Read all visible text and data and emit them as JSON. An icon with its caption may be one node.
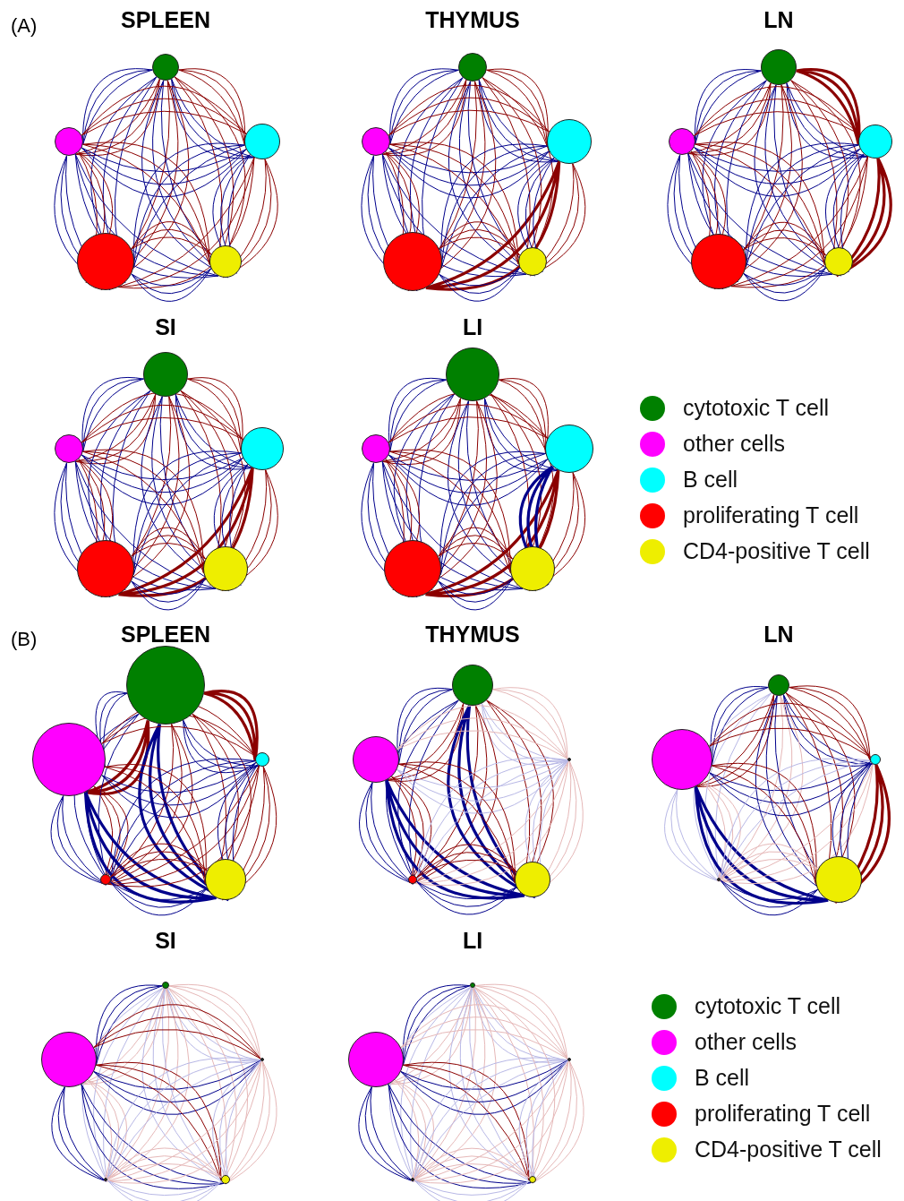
{
  "diagram": {
    "nodes": [
      {
        "text": [],
        "shape": "circle"
      },
      {
        "text": [],
        "shape": "circle"
      },
      {
        "text": [],
        "shape": "circle"
      },
      {
        "text": [],
        "shape": "circle"
      },
      {
        "text": [],
        "shape": "circle"
      },
      {
        "text": [],
        "shape": "circle"
      },
      {
        "text": [],
        "shape": "circle"
      },
      {
        "text": [],
        "shape": "circle"
      },
      {
        "text": [],
        "shape": "circle"
      },
      {
        "text": [],
        "shape": "circle"
      },
      {
        "text": [],
        "shape": "circle"
      },
      {
        "text": [],
        "shape": "circle"
      },
      {
        "text": [],
        "shape": "circle"
      },
      {
        "text": [],
        "shape": "circle"
      },
      {
        "text": [],
        "shape": "circle"
      },
      {
        "text": [],
        "shape": "circle"
      },
      {
        "text": [],
        "shape": "circle"
      },
      {
        "text": [],
        "shape": "circle"
      },
      {
        "text": [],
        "shape": "circle"
      },
      {
        "text": [],
        "shape": "circle"
      },
      {
        "text": [],
        "shape": "circle"
      },
      {
        "text": [],
        "shape": "circle"
      },
      {
        "text": [],
        "shape": "circle"
      },
      {
        "text": [],
        "shape": "circle"
      },
      {
        "text": [],
        "shape": "circle"
      },
      {
        "text": [],
        "shape": "circle"
      },
      {
        "text": [],
        "shape": "circle"
      },
      {
        "text": [],
        "shape": "circle"
      },
      {
        "text": [],
        "shape": "circle"
      },
      {
        "text": [],
        "shape": "circle"
      },
      {
        "text": [],
        "shape": "circle"
      },
      {
        "text": [],
        "shape": "circle"
      },
      {
        "text": [],
        "shape": "circle"
      },
      {
        "text": [],
        "shape": "circle"
      },
      {
        "text": [],
        "shape": "circle"
      },
      {
        "text": [],
        "shape": "circle"
      },
      {
        "text": [],
        "shape": "circle"
      },
      {
        "text": [],
        "shape": "circle"
      },
      {
        "text": [],
        "shape": "circle"
      },
      {
        "text": [],
        "shape": "circle"
      },
      {
        "text": [],
        "shape": "circle"
      },
      {
        "text": [],
        "shape": "circle"
      },
      {
        "text": [],
        "shape": "circle"
      },
      {
        "text": [],
        "shape": "circle"
      },
      {
        "text": [],
        "shape": "circle"
      },
      {
        "text": [],
        "shape": "circle"
      },
      {
        "text": [],
        "shape": "circle"
      },
      {
        "text": [],
        "shape": "circle"
      },
      {
        "text": [],
        "shape": "circle"
      },
      {
        "text": [],
        "shape": "circle"
      }
    ],
    "edges": [
      {
        "from": 0,
        "to": 1,
        "arrow": "none"
      },
      {
        "from": 0,
        "to": 1,
        "arrow": "none",
        "color": "#8b0000"
      },
      {
        "from": 0,
        "to": 2,
        "arrow": "none"
      },
      {
        "from": 0,
        "to": 2,
        "arrow": "none",
        "color": "#8b0000"
      },
      {
        "from": 0,
        "to": 3,
        "arrow": "none"
      },
      {
        "from": 0,
        "to": 3,
        "arrow": "none",
        "color": "#8b0000"
      },
      {
        "from": 0,
        "to": 4,
        "arrow": "none"
      },
      {
        "from": 0,
        "to": 4,
        "arrow": "none",
        "color": "#8b0000"
      },
      {
        "from": 1,
        "to": 2,
        "arrow": "none"
      },
      {
        "from": 1,
        "to": 2,
        "arrow": "none",
        "color": "#8b0000"
      },
      {
        "from": 1,
        "to": 3,
        "arrow": "none"
      },
      {
        "from": 1,
        "to": 3,
        "arrow": "none",
        "color": "#8b0000"
      },
      {
        "from": 1,
        "to": 4,
        "arrow": "none"
      },
      {
        "from": 1,
        "to": 4,
        "arrow": "none",
        "color": "#8b0000"
      },
      {
        "from": 2,
        "to": 3,
        "arrow": "none"
      },
      {
        "from": 2,
        "to": 3,
        "arrow": "none",
        "color": "#8b0000"
      },
      {
        "from": 2,
        "to": 4,
        "arrow": "none"
      },
      {
        "from": 2,
        "to": 4,
        "arrow": "none",
        "color": "#8b0000"
      },
      {
        "from": 3,
        "to": 4,
        "arrow": "none"
      },
      {
        "from": 3,
        "to": 4,
        "arrow": "none",
        "color": "#8b0000"
      },
      {
        "from": 5,
        "to": 6,
        "arrow": "none"
      },
      {
        "from": 5,
        "to": 6,
        "arrow": "none",
        "color": "#8b0000"
      },
      {
        "from": 5,
        "to": 7,
        "arrow": "none"
      },
      {
        "from": 5,
        "to": 7,
        "arrow": "none",
        "color": "#8b0000"
      },
      {
        "from": 5,
        "to": 8,
        "arrow": "none"
      },
      {
        "from": 5,
        "to": 8,
        "arrow": "none",
        "color": "#8b0000"
      },
      {
        "from": 5,
        "to": 9,
        "arrow": "none"
      },
      {
        "from": 5,
        "to": 9,
        "arrow": "none",
        "color": "#8b0000"
      },
      {
        "from": 6,
        "to": 7,
        "arrow": "none"
      },
      {
        "from": 6,
        "to": 7,
        "arrow": "none",
        "color": "#8b0000"
      },
      {
        "from": 6,
        "to": 8,
        "arrow": "none"
      },
      {
        "from": 6,
        "to": 8,
        "arrow": "none",
        "color": "#8b0000"
      },
      {
        "from": 6,
        "to": 9,
        "arrow": "none"
      },
      {
        "from": 6,
        "to": 9,
        "arrow": "none",
        "color": "#8b0000"
      },
      {
        "from": 7,
        "to": 8,
        "arrow": "none"
      },
      {
        "from": 7,
        "to": 8,
        "arrow": "none",
        "color": "#8b0000",
        "style": "thick"
      },
      {
        "from": 7,
        "to": 9,
        "arrow": "none"
      },
      {
        "from": 7,
        "to": 9,
        "arrow": "none",
        "color": "#8b0000"
      },
      {
        "from": 8,
        "to": 9,
        "arrow": "none"
      },
      {
        "from": 8,
        "to": 9,
        "arrow": "none",
        "color": "#8b0000"
      },
      {
        "from": 10,
        "to": 11,
        "arrow": "none"
      },
      {
        "from": 10,
        "to": 11,
        "arrow": "none",
        "color": "#8b0000"
      },
      {
        "from": 10,
        "to": 12,
        "arrow": "none"
      },
      {
        "from": 10,
        "to": 12,
        "arrow": "none",
        "color": "#8b0000",
        "style": "thick"
      },
      {
        "from": 10,
        "to": 13,
        "arrow": "none"
      },
      {
        "from": 10,
        "to": 13,
        "arrow": "none",
        "color": "#8b0000"
      },
      {
        "from": 10,
        "to": 14,
        "arrow": "none"
      },
      {
        "from": 10,
        "to": 14,
        "arrow": "none",
        "color": "#8b0000"
      },
      {
        "from": 11,
        "to": 12,
        "arrow": "none"
      },
      {
        "from": 11,
        "to": 12,
        "arrow": "none",
        "color": "#8b0000"
      },
      {
        "from": 11,
        "to": 13,
        "arrow": "none"
      },
      {
        "from": 11,
        "to": 13,
        "arrow": "none",
        "color": "#8b0000"
      },
      {
        "from": 11,
        "to": 14,
        "arrow": "none"
      },
      {
        "from": 11,
        "to": 14,
        "arrow": "none",
        "color": "#8b0000"
      },
      {
        "from": 12,
        "to": 13,
        "arrow": "none"
      },
      {
        "from": 12,
        "to": 13,
        "arrow": "none",
        "color": "#8b0000"
      },
      {
        "from": 12,
        "to": 14,
        "arrow": "none"
      },
      {
        "from": 12,
        "to": 14,
        "arrow": "none",
        "color": "#8b0000",
        "style": "thick"
      },
      {
        "from": 13,
        "to": 14,
        "arrow": "none"
      },
      {
        "from": 13,
        "to": 14,
        "arrow": "none",
        "color": "#8b0000"
      },
      {
        "from": 15,
        "to": 16,
        "arrow": "none"
      },
      {
        "from": 15,
        "to": 16,
        "arrow": "none",
        "color": "#8b0000"
      },
      {
        "from": 15,
        "to": 17,
        "arrow": "none"
      },
      {
        "from": 15,
        "to": 17,
        "arrow": "none",
        "color": "#8b0000"
      },
      {
        "from": 15,
        "to": 18,
        "arrow": "none"
      },
      {
        "from": 15,
        "to": 18,
        "arrow": "none",
        "color": "#8b0000"
      },
      {
        "from": 15,
        "to": 19,
        "arrow": "none"
      },
      {
        "from": 15,
        "to": 19,
        "arrow": "none",
        "color": "#8b0000"
      },
      {
        "from": 16,
        "to": 17,
        "arrow": "none"
      },
      {
        "from": 16,
        "to": 17,
        "arrow": "none",
        "color": "#8b0000"
      },
      {
        "from": 16,
        "to": 18,
        "arrow": "none"
      },
      {
        "from": 16,
        "to": 18,
        "arrow": "none",
        "color": "#8b0000"
      },
      {
        "from": 16,
        "to": 19,
        "arrow": "none"
      },
      {
        "from": 16,
        "to": 19,
        "arrow": "none",
        "color": "#8b0000"
      },
      {
        "from": 17,
        "to": 18,
        "arrow": "none"
      },
      {
        "from": 17,
        "to": 18,
        "arrow": "none",
        "color": "#8b0000",
        "style": "thick"
      },
      {
        "from": 17,
        "to": 19,
        "arrow": "none"
      },
      {
        "from": 17,
        "to": 19,
        "arrow": "none",
        "color": "#8b0000"
      },
      {
        "from": 18,
        "to": 19,
        "arrow": "none"
      },
      {
        "from": 18,
        "to": 19,
        "arrow": "none",
        "color": "#8b0000"
      },
      {
        "from": 20,
        "to": 21,
        "arrow": "none"
      },
      {
        "from": 20,
        "to": 21,
        "arrow": "none",
        "color": "#8b0000"
      },
      {
        "from": 20,
        "to": 22,
        "arrow": "none"
      },
      {
        "from": 20,
        "to": 22,
        "arrow": "none",
        "color": "#8b0000"
      },
      {
        "from": 20,
        "to": 23,
        "arrow": "none"
      },
      {
        "from": 20,
        "to": 23,
        "arrow": "none",
        "color": "#8b0000"
      },
      {
        "from": 20,
        "to": 24,
        "arrow": "none"
      },
      {
        "from": 20,
        "to": 24,
        "arrow": "none",
        "color": "#8b0000"
      },
      {
        "from": 21,
        "to": 22,
        "arrow": "none"
      },
      {
        "from": 21,
        "to": 22,
        "arrow": "none",
        "color": "#8b0000"
      },
      {
        "from": 21,
        "to": 23,
        "arrow": "none"
      },
      {
        "from": 21,
        "to": 23,
        "arrow": "none",
        "color": "#8b0000"
      },
      {
        "from": 21,
        "to": 24,
        "arrow": "none"
      },
      {
        "from": 21,
        "to": 24,
        "arrow": "none",
        "color": "#8b0000"
      },
      {
        "from": 22,
        "to": 23,
        "arrow": "none"
      },
      {
        "from": 22,
        "to": 23,
        "arrow": "none",
        "color": "#8b0000",
        "style": "thick"
      },
      {
        "from": 22,
        "to": 24,
        "arrow": "none",
        "style": "thick"
      },
      {
        "from": 22,
        "to": 24,
        "arrow": "none",
        "color": "#8b0000"
      },
      {
        "from": 23,
        "to": 24,
        "arrow": "none"
      },
      {
        "from": 23,
        "to": 24,
        "arrow": "none",
        "color": "#8b0000"
      },
      {
        "from": 25,
        "to": 26,
        "arrow": "none"
      },
      {
        "from": 25,
        "to": 26,
        "arrow": "none",
        "color": "#8b0000",
        "style": "thick"
      },
      {
        "from": 25,
        "to": 27,
        "arrow": "none"
      },
      {
        "from": 25,
        "to": 27,
        "arrow": "none",
        "color": "#8b0000",
        "style": "thick"
      },
      {
        "from": 25,
        "to": 28,
        "arrow": "none"
      },
      {
        "from": 25,
        "to": 28,
        "arrow": "none",
        "color": "#8b0000"
      },
      {
        "from": 25,
        "to": 29,
        "arrow": "none",
        "style": "thick"
      },
      {
        "from": 25,
        "to": 29,
        "arrow": "none",
        "color": "#8b0000"
      },
      {
        "from": 26,
        "to": 27,
        "arrow": "none"
      },
      {
        "from": 26,
        "to": 27,
        "arrow": "none",
        "color": "#8b0000"
      },
      {
        "from": 26,
        "to": 28,
        "arrow": "none"
      },
      {
        "from": 26,
        "to": 28,
        "arrow": "none",
        "color": "#8b0000"
      },
      {
        "from": 26,
        "to": 29,
        "arrow": "none",
        "style": "thick"
      },
      {
        "from": 26,
        "to": 29,
        "arrow": "none",
        "color": "#8b0000"
      },
      {
        "from": 27,
        "to": 28,
        "arrow": "none"
      },
      {
        "from": 27,
        "to": 28,
        "arrow": "none",
        "color": "#8b0000"
      },
      {
        "from": 27,
        "to": 29,
        "arrow": "none"
      },
      {
        "from": 27,
        "to": 29,
        "arrow": "none",
        "color": "#8b0000"
      },
      {
        "from": 28,
        "to": 29,
        "arrow": "none"
      },
      {
        "from": 28,
        "to": 29,
        "arrow": "none",
        "color": "#8b0000"
      },
      {
        "from": 30,
        "to": 31,
        "arrow": "none"
      },
      {
        "from": 30,
        "to": 31,
        "arrow": "none",
        "color": "#8b0000"
      },
      {
        "from": 30,
        "to": 32,
        "arrow": "none",
        "color": "#b8b8e6"
      },
      {
        "from": 30,
        "to": 32,
        "arrow": "none",
        "color": "#e6b8b8"
      },
      {
        "from": 30,
        "to": 33,
        "arrow": "none"
      },
      {
        "from": 30,
        "to": 33,
        "arrow": "none",
        "color": "#8b0000"
      },
      {
        "from": 30,
        "to": 34,
        "arrow": "none",
        "style": "thick"
      },
      {
        "from": 30,
        "to": 34,
        "arrow": "none",
        "color": "#8b0000"
      },
      {
        "from": 31,
        "to": 32,
        "arrow": "none",
        "color": "#b8b8e6"
      },
      {
        "from": 31,
        "to": 32,
        "arrow": "none",
        "color": "#e6b8b8"
      },
      {
        "from": 31,
        "to": 33,
        "arrow": "none"
      },
      {
        "from": 31,
        "to": 33,
        "arrow": "none",
        "color": "#8b0000"
      },
      {
        "from": 31,
        "to": 34,
        "arrow": "none",
        "style": "thick"
      },
      {
        "from": 31,
        "to": 34,
        "arrow": "none",
        "color": "#8b0000"
      },
      {
        "from": 32,
        "to": 33,
        "arrow": "none",
        "color": "#b8b8e6"
      },
      {
        "from": 32,
        "to": 33,
        "arrow": "none",
        "color": "#e6b8b8"
      },
      {
        "from": 32,
        "to": 34,
        "arrow": "none",
        "color": "#b8b8e6"
      },
      {
        "from": 32,
        "to": 34,
        "arrow": "none",
        "color": "#e6b8b8"
      },
      {
        "from": 33,
        "to": 34,
        "arrow": "none"
      },
      {
        "from": 33,
        "to": 34,
        "arrow": "none",
        "color": "#8b0000"
      },
      {
        "from": 35,
        "to": 36,
        "arrow": "none"
      },
      {
        "from": 35,
        "to": 36,
        "arrow": "none",
        "color": "#8b0000"
      },
      {
        "from": 35,
        "to": 37,
        "arrow": "none"
      },
      {
        "from": 35,
        "to": 37,
        "arrow": "none",
        "color": "#8b0000"
      },
      {
        "from": 35,
        "to": 38,
        "arrow": "none",
        "color": "#b8b8e6"
      },
      {
        "from": 35,
        "to": 38,
        "arrow": "none",
        "color": "#e6b8b8"
      },
      {
        "from": 35,
        "to": 39,
        "arrow": "none"
      },
      {
        "from": 35,
        "to": 39,
        "arrow": "none",
        "color": "#8b0000"
      },
      {
        "from": 36,
        "to": 37,
        "arrow": "none"
      },
      {
        "from": 36,
        "to": 37,
        "arrow": "none",
        "color": "#8b0000"
      },
      {
        "from": 36,
        "to": 38,
        "arrow": "none",
        "color": "#b8b8e6"
      },
      {
        "from": 36,
        "to": 38,
        "arrow": "none",
        "color": "#e6b8b8"
      },
      {
        "from": 36,
        "to": 39,
        "arrow": "none",
        "style": "thick"
      },
      {
        "from": 36,
        "to": 39,
        "arrow": "none",
        "color": "#8b0000"
      },
      {
        "from": 37,
        "to": 38,
        "arrow": "none",
        "color": "#b8b8e6"
      },
      {
        "from": 37,
        "to": 38,
        "arrow": "none",
        "color": "#e6b8b8"
      },
      {
        "from": 37,
        "to": 39,
        "arrow": "none"
      },
      {
        "from": 37,
        "to": 39,
        "arrow": "none",
        "color": "#8b0000",
        "style": "thick"
      },
      {
        "from": 38,
        "to": 39,
        "arrow": "none"
      },
      {
        "from": 38,
        "to": 39,
        "arrow": "none",
        "color": "#e6b8b8"
      },
      {
        "from": 40,
        "to": 41,
        "arrow": "none"
      },
      {
        "from": 40,
        "to": 41,
        "arrow": "none",
        "color": "#e6b8b8"
      },
      {
        "from": 40,
        "to": 42,
        "arrow": "none",
        "color": "#b8b8e6"
      },
      {
        "from": 40,
        "to": 42,
        "arrow": "none",
        "color": "#e6b8b8"
      },
      {
        "from": 40,
        "to": 43,
        "arrow": "none",
        "color": "#b8b8e6"
      },
      {
        "from": 40,
        "to": 43,
        "arrow": "none",
        "color": "#e6b8b8"
      },
      {
        "from": 40,
        "to": 44,
        "arrow": "none",
        "color": "#b8b8e6"
      },
      {
        "from": 40,
        "to": 44,
        "arrow": "none",
        "color": "#e6b8b8"
      },
      {
        "from": 41,
        "to": 42,
        "arrow": "none"
      },
      {
        "from": 41,
        "to": 42,
        "arrow": "none",
        "color": "#8b0000"
      },
      {
        "from": 41,
        "to": 43,
        "arrow": "none"
      },
      {
        "from": 41,
        "to": 43,
        "arrow": "none",
        "color": "#e6b8b8"
      },
      {
        "from": 41,
        "to": 44,
        "arrow": "none"
      },
      {
        "from": 41,
        "to": 44,
        "arrow": "none",
        "color": "#8b0000"
      },
      {
        "from": 42,
        "to": 43,
        "arrow": "none",
        "color": "#b8b8e6"
      },
      {
        "from": 42,
        "to": 43,
        "arrow": "none",
        "color": "#e6b8b8"
      },
      {
        "from": 42,
        "to": 44,
        "arrow": "none",
        "color": "#b8b8e6"
      },
      {
        "from": 42,
        "to": 44,
        "arrow": "none",
        "color": "#e6b8b8"
      },
      {
        "from": 43,
        "to": 44,
        "arrow": "none",
        "color": "#b8b8e6"
      },
      {
        "from": 43,
        "to": 44,
        "arrow": "none",
        "color": "#e6b8b8"
      },
      {
        "from": 45,
        "to": 46,
        "arrow": "none"
      },
      {
        "from": 45,
        "to": 46,
        "arrow": "none",
        "color": "#e6b8b8"
      },
      {
        "from": 45,
        "to": 47,
        "arrow": "none",
        "color": "#b8b8e6"
      },
      {
        "from": 45,
        "to": 47,
        "arrow": "none",
        "color": "#e6b8b8"
      },
      {
        "from": 45,
        "to": 48,
        "arrow": "none",
        "color": "#b8b8e6"
      },
      {
        "from": 45,
        "to": 48,
        "arrow": "none",
        "color": "#e6b8b8"
      },
      {
        "from": 45,
        "to": 49,
        "arrow": "none",
        "color": "#b8b8e6"
      },
      {
        "from": 45,
        "to": 49,
        "arrow": "none",
        "color": "#e6b8b8"
      },
      {
        "from": 46,
        "to": 47,
        "arrow": "none"
      },
      {
        "from": 46,
        "to": 47,
        "arrow": "none",
        "color": "#e6b8b8"
      },
      {
        "from": 46,
        "to": 48,
        "arrow": "none"
      },
      {
        "from": 46,
        "to": 48,
        "arrow": "none",
        "color": "#e6b8b8"
      },
      {
        "from": 46,
        "to": 49,
        "arrow": "none"
      },
      {
        "from": 46,
        "to": 49,
        "arrow": "none",
        "color": "#8b0000"
      },
      {
        "from": 47,
        "to": 48,
        "arrow": "none",
        "color": "#b8b8e6"
      },
      {
        "from": 47,
        "to": 48,
        "arrow": "none",
        "color": "#e6b8b8"
      },
      {
        "from": 47,
        "to": 49,
        "arrow": "none",
        "color": "#b8b8e6"
      },
      {
        "from": 47,
        "to": 49,
        "arrow": "none",
        "color": "#e6b8b8"
      },
      {
        "from": 48,
        "to": 49,
        "arrow": "none",
        "color": "#b8b8e6"
      },
      {
        "from": 48,
        "to": 49,
        "arrow": "none",
        "color": "#e6b8b8"
      }
    ],
    "labels": [
      "(A)",
      "SPLEEN",
      "THYMUS",
      "LN",
      "SI",
      "LI",
      "(B)",
      "SPLEEN",
      "THYMUS",
      "LN",
      "SI",
      "LI"
    ],
    "legend": [
      {
        "text": "cytotoxic T cell",
        "color": "#008000"
      },
      {
        "text": "other cells",
        "color": "#ff00ff"
      },
      {
        "text": "B cell",
        "color": "#00ffff"
      },
      {
        "text": "proliferating T cell",
        "color": "#ff0000"
      },
      {
        "text": "CD4-positive T cell",
        "color": "#eeee00"
      },
      {
        "text": "cytotoxic T cell",
        "color": "#008000"
      },
      {
        "text": "other cells",
        "color": "#ff00ff"
      },
      {
        "text": "B cell",
        "color": "#00ffff"
      },
      {
        "text": "proliferating T cell",
        "color": "#ff0000"
      },
      {
        "text": "CD4-positive T cell",
        "color": "#eeee00"
      }
    ]
  }
}
